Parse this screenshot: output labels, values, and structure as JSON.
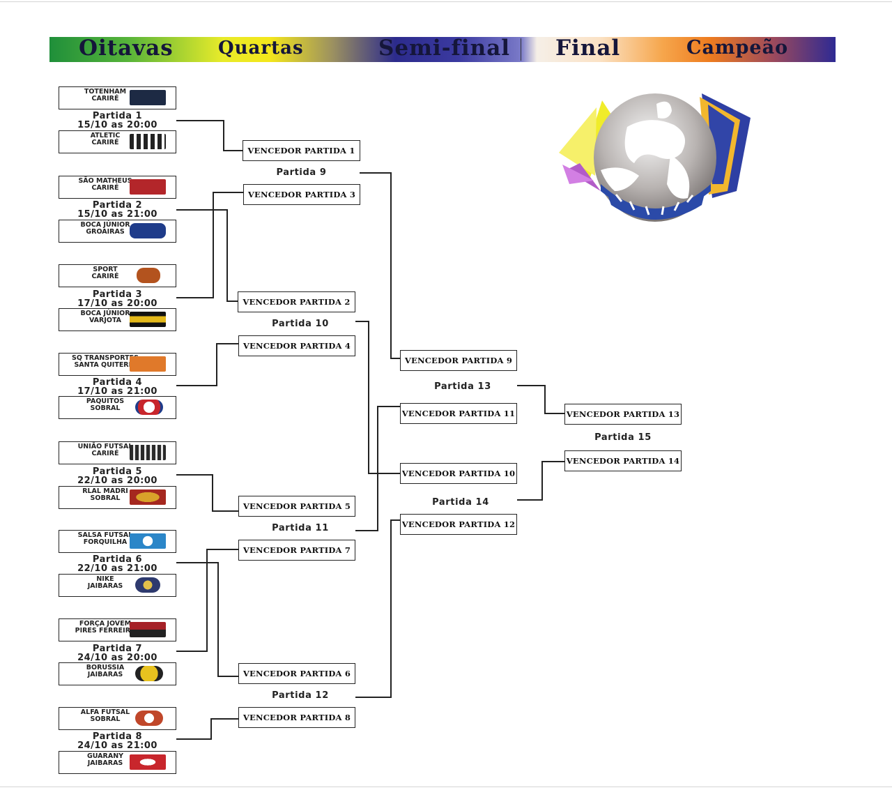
{
  "header": {
    "stages": [
      "Oitavas",
      "Quartas",
      "Semi-final",
      "Final",
      "Campeão"
    ]
  },
  "round1": [
    {
      "label": "Partida 1",
      "date": "15/10 as 20:00",
      "home": {
        "line1": "TOTENHAM",
        "line2": "CARIRÉ",
        "logo_color": "#1d2a44"
      },
      "away": {
        "line1": "ATLETIC",
        "line2": "CARIRÉ",
        "logo_color": "#222222"
      }
    },
    {
      "label": "Partida 2",
      "date": "15/10 as 21:00",
      "home": {
        "line1": "SÃO MATHEUS",
        "line2": "CARIRÉ",
        "logo_color": "#b3262a"
      },
      "away": {
        "line1": "BOCA JÚNIOR",
        "line2": "GROAIRAS",
        "logo_color": "#1f3c8a"
      }
    },
    {
      "label": "Partida 3",
      "date": "17/10 as 20:00",
      "home": {
        "line1": "SPORT",
        "line2": "CARIRÉ",
        "logo_color": "#b3531e"
      },
      "away": {
        "line1": "BOCA JÚNIOR",
        "line2": "VARJOTA",
        "logo_color": "#e3b81a"
      }
    },
    {
      "label": "Partida 4",
      "date": "17/10 as 21:00",
      "home": {
        "line1": "SQ TRANSPORTES",
        "line2": "SANTA QUITERIA",
        "logo_color": "#e0792a"
      },
      "away": {
        "line1": "PAQUITOS",
        "line2": "SOBRAL",
        "logo_color": "#c8262c"
      }
    },
    {
      "label": "Partida 5",
      "date": "22/10 as 20:00",
      "home": {
        "line1": "UNIÃO FUTSAL",
        "line2": "CARIRÉ",
        "logo_color": "#2a2a2a"
      },
      "away": {
        "line1": "RLAL MADRI",
        "line2": "SOBRAL",
        "logo_color": "#d9a22a"
      }
    },
    {
      "label": "Partida 6",
      "date": "22/10 as 21:00",
      "home": {
        "line1": "SALSA FUTSAL",
        "line2": "FORQUILHA",
        "logo_color": "#2b86c8"
      },
      "away": {
        "line1": "NIKE",
        "line2": "JAIBARAS",
        "logo_color": "#2e3a6e"
      }
    },
    {
      "label": "Partida 7",
      "date": "24/10 as 20:00",
      "home": {
        "line1": "FORÇA JOVEM",
        "line2": "PIRES FERREIRA",
        "logo_color": "#a52127"
      },
      "away": {
        "line1": "BORUSSIA",
        "line2": "JAIBARAS",
        "logo_color": "#e8c21f"
      }
    },
    {
      "label": "Partida 8",
      "date": "24/10 as 21:00",
      "home": {
        "line1": "ALFA FUTSAL",
        "line2": "SOBRAL",
        "logo_color": "#c0472a"
      },
      "away": {
        "line1": "GUARANY",
        "line2": "JAIBARAS",
        "logo_color": "#c8262c"
      }
    }
  ],
  "quarterfinals": [
    {
      "label": "Partida 9",
      "top": "VENCEDOR PARTIDA 1",
      "bottom": "VENCEDOR PARTIDA 3"
    },
    {
      "label": "Partida 10",
      "top": "VENCEDOR PARTIDA 2",
      "bottom": "VENCEDOR PARTIDA 4"
    },
    {
      "label": "Partida 11",
      "top": "VENCEDOR PARTIDA 5",
      "bottom": "VENCEDOR PARTIDA 7"
    },
    {
      "label": "Partida 12",
      "top": "VENCEDOR PARTIDA 6",
      "bottom": "VENCEDOR PARTIDA 8"
    }
  ],
  "semifinals": [
    {
      "label": "Partida 13",
      "top": "VENCEDOR PARTIDA 9",
      "bottom": "VENCEDOR PARTIDA 11"
    },
    {
      "label": "Partida 14",
      "top": "VENCEDOR PARTIDA 10",
      "bottom": "VENCEDOR PARTIDA 12"
    }
  ],
  "final": {
    "label": "Partida 15",
    "top": "VENCEDOR PARTIDA 13",
    "bottom": "VENCEDOR PARTIDA 14"
  },
  "emblem": {
    "icon": "futsal-player-emblem-icon"
  }
}
